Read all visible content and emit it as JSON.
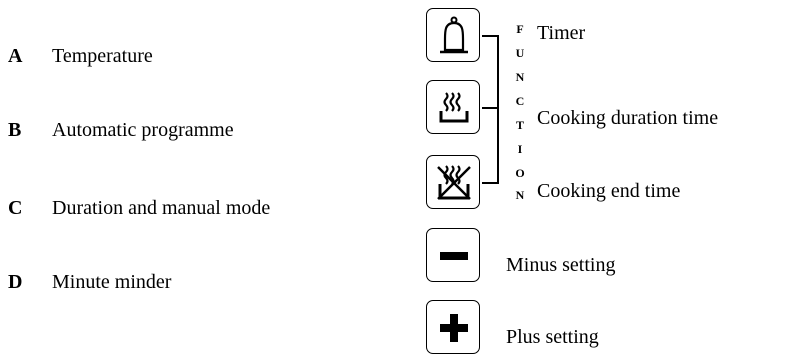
{
  "legend": [
    {
      "letter": "A",
      "text": "Temperature"
    },
    {
      "letter": "B",
      "text": "Automatic programme"
    },
    {
      "letter": "C",
      "text": "Duration and manual mode"
    },
    {
      "letter": "D",
      "text": "Minute minder"
    }
  ],
  "function_word": [
    "F",
    "U",
    "N",
    "C",
    "T",
    "I",
    "O",
    "N"
  ],
  "buttons": [
    {
      "icon": "bell-icon",
      "label": "Timer"
    },
    {
      "icon": "cooking-duration-icon",
      "label": "Cooking duration time"
    },
    {
      "icon": "cooking-end-icon",
      "label": "Cooking end time"
    },
    {
      "icon": "minus-icon",
      "label": "Minus setting"
    },
    {
      "icon": "plus-icon",
      "label": "Plus setting"
    }
  ]
}
